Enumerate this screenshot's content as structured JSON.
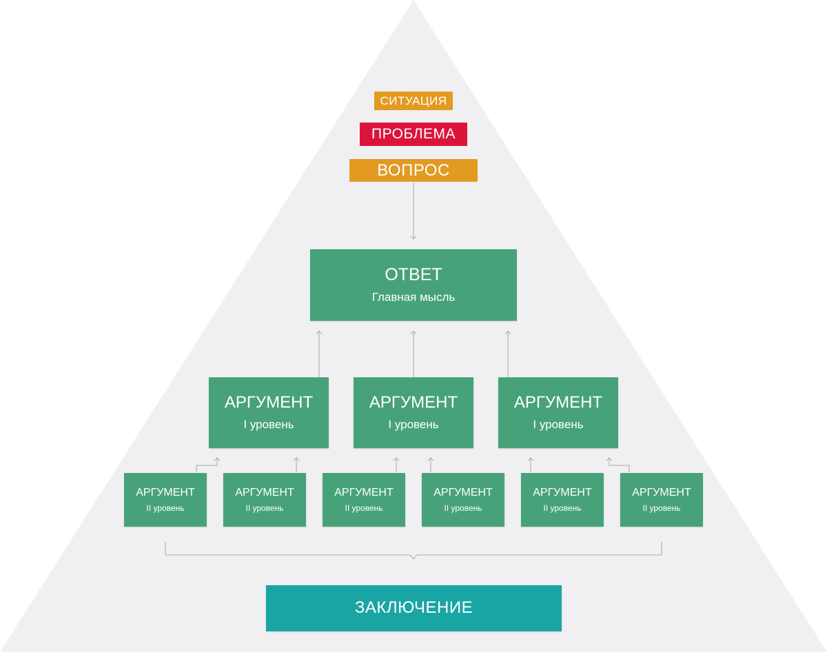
{
  "colors": {
    "background": "#ffffff",
    "pyramid": "#f0f0f2",
    "green": "#47a27a",
    "teal": "#1aa5a5",
    "orange": "#e39a20",
    "red": "#dc143c",
    "connector": "#b6b6b6"
  },
  "intro": {
    "situation": "СИТУАЦИЯ",
    "problem": "ПРОБЛЕМА",
    "question": "ВОПРОС"
  },
  "answer": {
    "title": "ОТВЕТ",
    "subtitle": "Главная мысль"
  },
  "level1": [
    {
      "title": "АРГУМЕНТ",
      "subtitle": "I уровень"
    },
    {
      "title": "АРГУМЕНТ",
      "subtitle": "I уровень"
    },
    {
      "title": "АРГУМЕНТ",
      "subtitle": "I уровень"
    }
  ],
  "level2": [
    {
      "title": "АРГУМЕНТ",
      "subtitle": "II уровень"
    },
    {
      "title": "АРГУМЕНТ",
      "subtitle": "II уровень"
    },
    {
      "title": "АРГУМЕНТ",
      "subtitle": "II уровень"
    },
    {
      "title": "АРГУМЕНТ",
      "subtitle": "II уровень"
    },
    {
      "title": "АРГУМЕНТ",
      "subtitle": "II уровень"
    },
    {
      "title": "АРГУМЕНТ",
      "subtitle": "II уровень"
    }
  ],
  "conclusion": "ЗАКЛЮЧЕНИЕ"
}
